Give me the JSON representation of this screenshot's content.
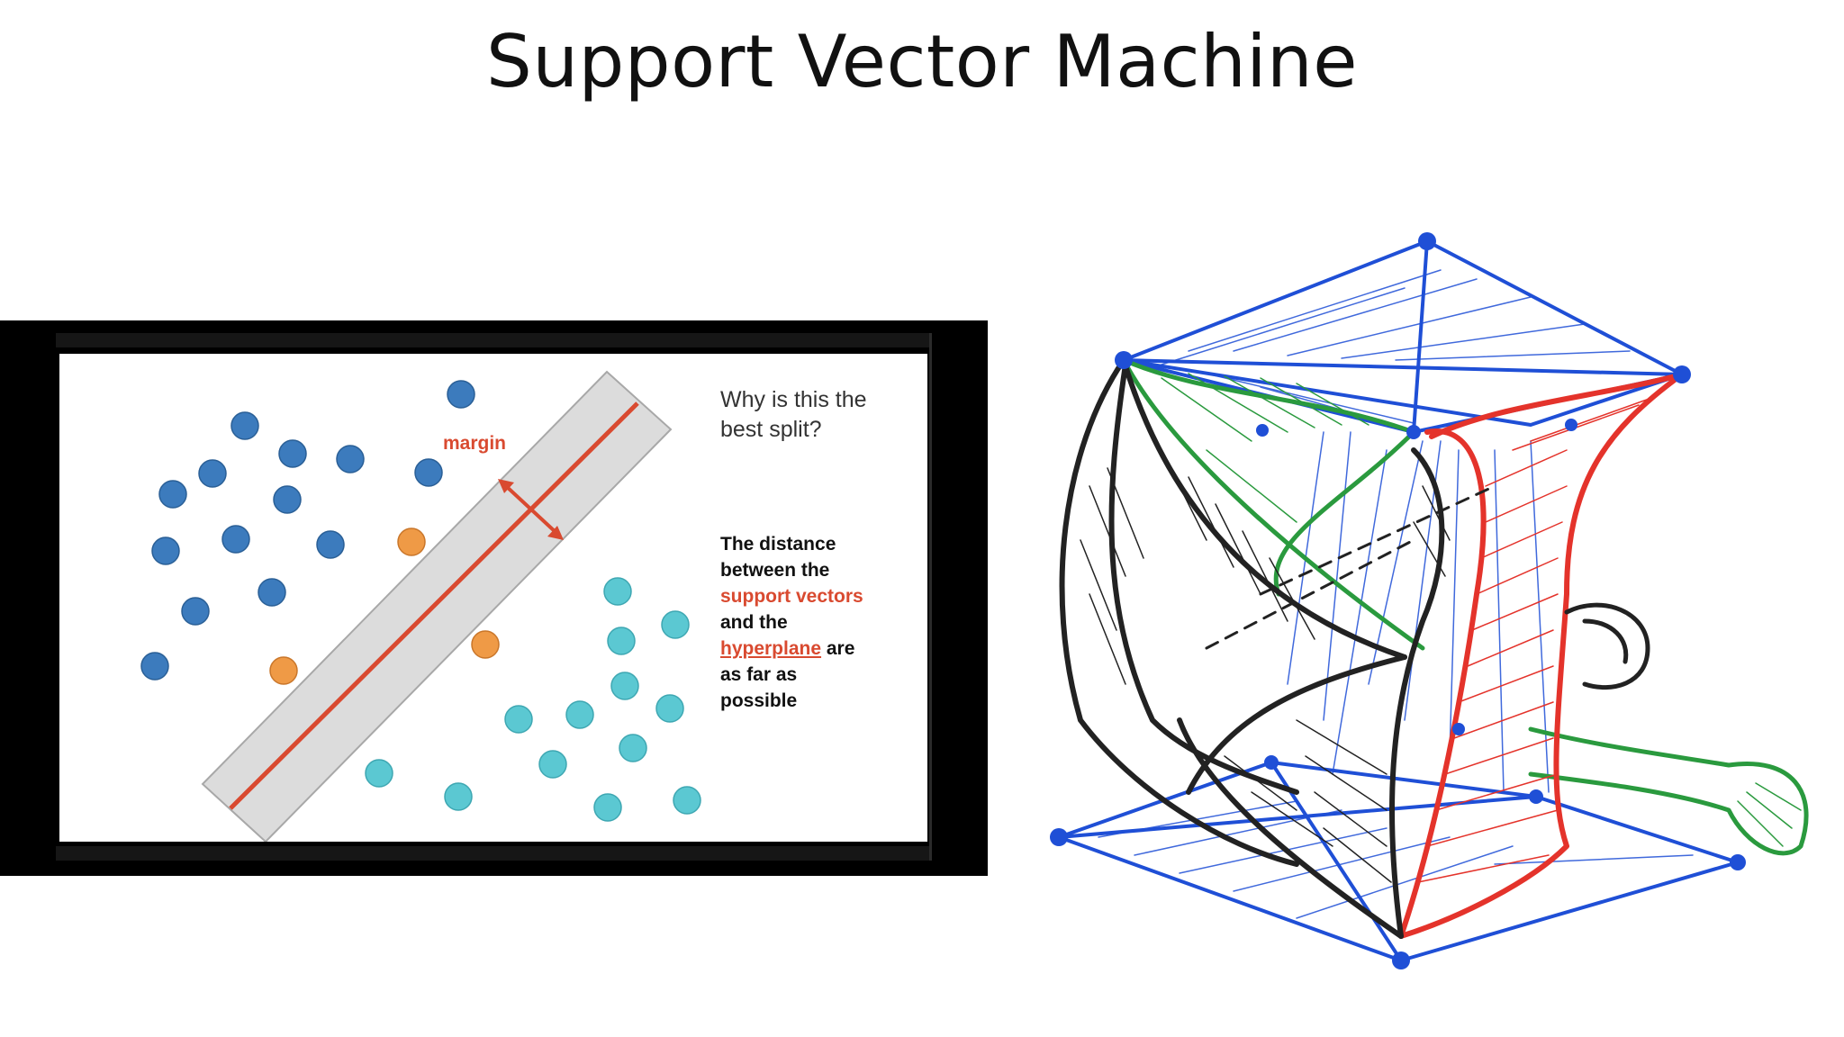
{
  "title": "Support Vector Machine",
  "left_slide": {
    "question_lines": [
      "Why is this the",
      "best split?"
    ],
    "explanation": {
      "line1": "The distance",
      "line2": "between the",
      "line3_red": "support vectors",
      "line4": "and the",
      "line5_red_underlined": "hyperplane",
      "line5_rest": " are",
      "line6": "as far as",
      "line7": "possible"
    },
    "margin_label": "margin",
    "colors": {
      "class_a": "#3c7bbd",
      "class_b": "#5bc8d2",
      "support_vector": "#ef9a46",
      "hyperplane": "#d94a30",
      "margin_band": "#d9d9d9"
    }
  },
  "right_sketch": {
    "colors": {
      "blue": "#1f4fd6",
      "red": "#e4332b",
      "green": "#2a9a3e",
      "black": "#222222"
    }
  }
}
